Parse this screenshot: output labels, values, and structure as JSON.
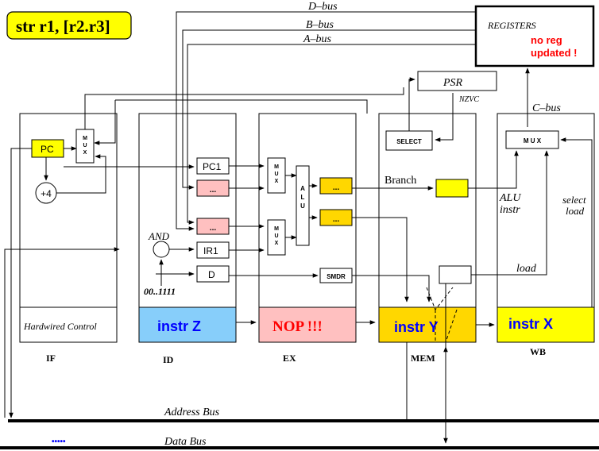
{
  "title": "str r1, [r2.r3]",
  "registers": {
    "label": "REGISTERS",
    "note_line1": "no reg",
    "note_line2": "updated !"
  },
  "buses": {
    "d_bus": "D–bus",
    "b_bus": "B–bus",
    "a_bus": "A–bus",
    "c_bus": "C–bus",
    "address_bus": "Address Bus",
    "data_bus": "Data Bus"
  },
  "psr": {
    "label": "PSR",
    "flags": "NZVC"
  },
  "if_stage": {
    "pc": "PC",
    "mux": "M\nU\nX",
    "plus4": "+4",
    "control": "Hardwired Control",
    "stage": "IF"
  },
  "id_stage": {
    "pc1": "PC1",
    "dots1": "...",
    "dots2": "...",
    "ir1": "IR1",
    "d": "D",
    "and": "AND",
    "mask": "00..1111",
    "instr": "instr Z",
    "stage": "ID"
  },
  "ex_stage": {
    "mux": "M\nU\nX",
    "alu": "A\nL\nU",
    "dots1": "...",
    "dots2": "...",
    "smdr": "SMDR",
    "instr": "NOP !!!",
    "stage": "EX"
  },
  "mem_stage": {
    "select": "SELECT",
    "branch": "Branch",
    "instr": "instr Y",
    "stage": "MEM"
  },
  "wb_stage": {
    "mux": "M U X",
    "alu_instr_line1": "ALU",
    "alu_instr_line2": "instr",
    "select_load_line1": "select",
    "select_load_line2": "load",
    "load": "load",
    "instr": "instr X",
    "stage": "WB"
  },
  "ellipsis": "•••••",
  "colors": {
    "yellow": "#ffff00",
    "gold": "#ffd700",
    "blue": "#87cefa",
    "pink": "#ffc0c0",
    "red": "#ff0000",
    "darkblue": "#0000ff"
  }
}
